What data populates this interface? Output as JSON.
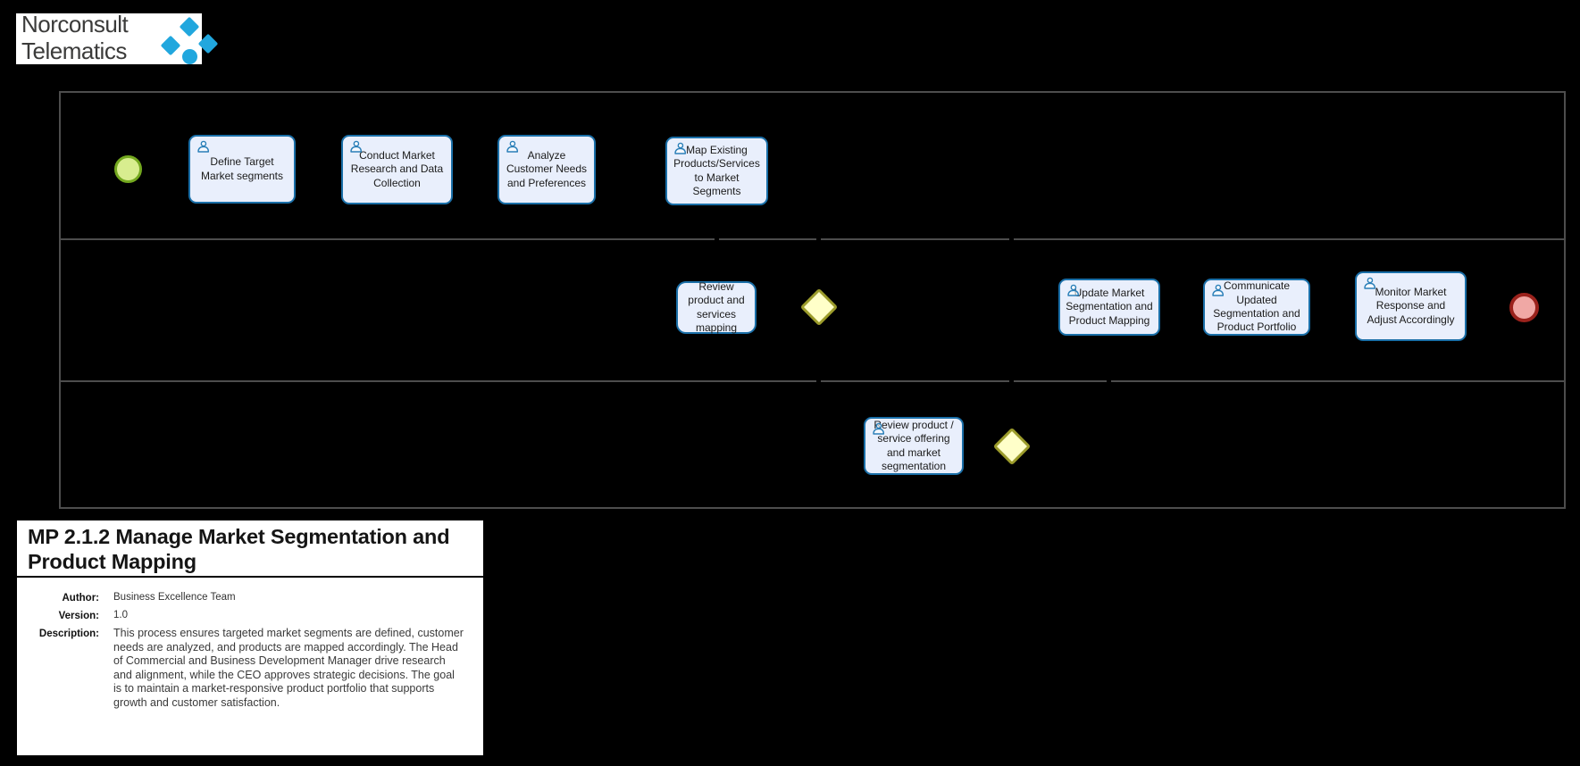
{
  "colors": {
    "background": "#000000",
    "lane_border": "#4D4D4D",
    "task_fill": "#E9EFFC",
    "task_border": "#1A6FA8",
    "icon_blue": "#2A7FB8",
    "gateway_fill": "#FFFFC9",
    "gateway_border": "#9C9C2B",
    "start_fill": "#D8ED8F",
    "start_border": "#74A81F",
    "end_fill": "#F0A8A5",
    "end_border": "#9B221C",
    "brand_blue": "#21A7DE",
    "logo_text": "#3B3B3A"
  },
  "logo": {
    "line1": "Norconsult",
    "line2": "Telematics"
  },
  "diagram": {
    "tasks": {
      "define": "Define Target Market segments",
      "conduct": "Conduct Market Research and Data Collection",
      "analyze": "Analyze Customer Needs and Preferences",
      "map": "Map Existing Products/Services to Market Segments",
      "review_mapping": "Review product and services mapping",
      "update": "Update Market Segmentation and Product Mapping",
      "communicate": "Communicate Updated Segmentation and Product Portfolio",
      "monitor": "Monitor Market Response and Adjust Accordingly",
      "review_offering": "Review product / service offering and market segmentation"
    }
  },
  "info_panel": {
    "title": "MP 2.1.2 Manage Market Segmentation and Product Mapping",
    "author_label": "Author:",
    "author": "Business Excellence Team",
    "version_label": "Version:",
    "version": "1.0",
    "description_label": "Description:",
    "description": "This process ensures targeted market segments are defined, customer needs are analyzed, and products are mapped accordingly. The Head of Commercial and Business Development Manager drive research and alignment, while the CEO approves strategic decisions. The goal is to maintain a market-responsive product portfolio that supports growth and customer satisfaction."
  }
}
